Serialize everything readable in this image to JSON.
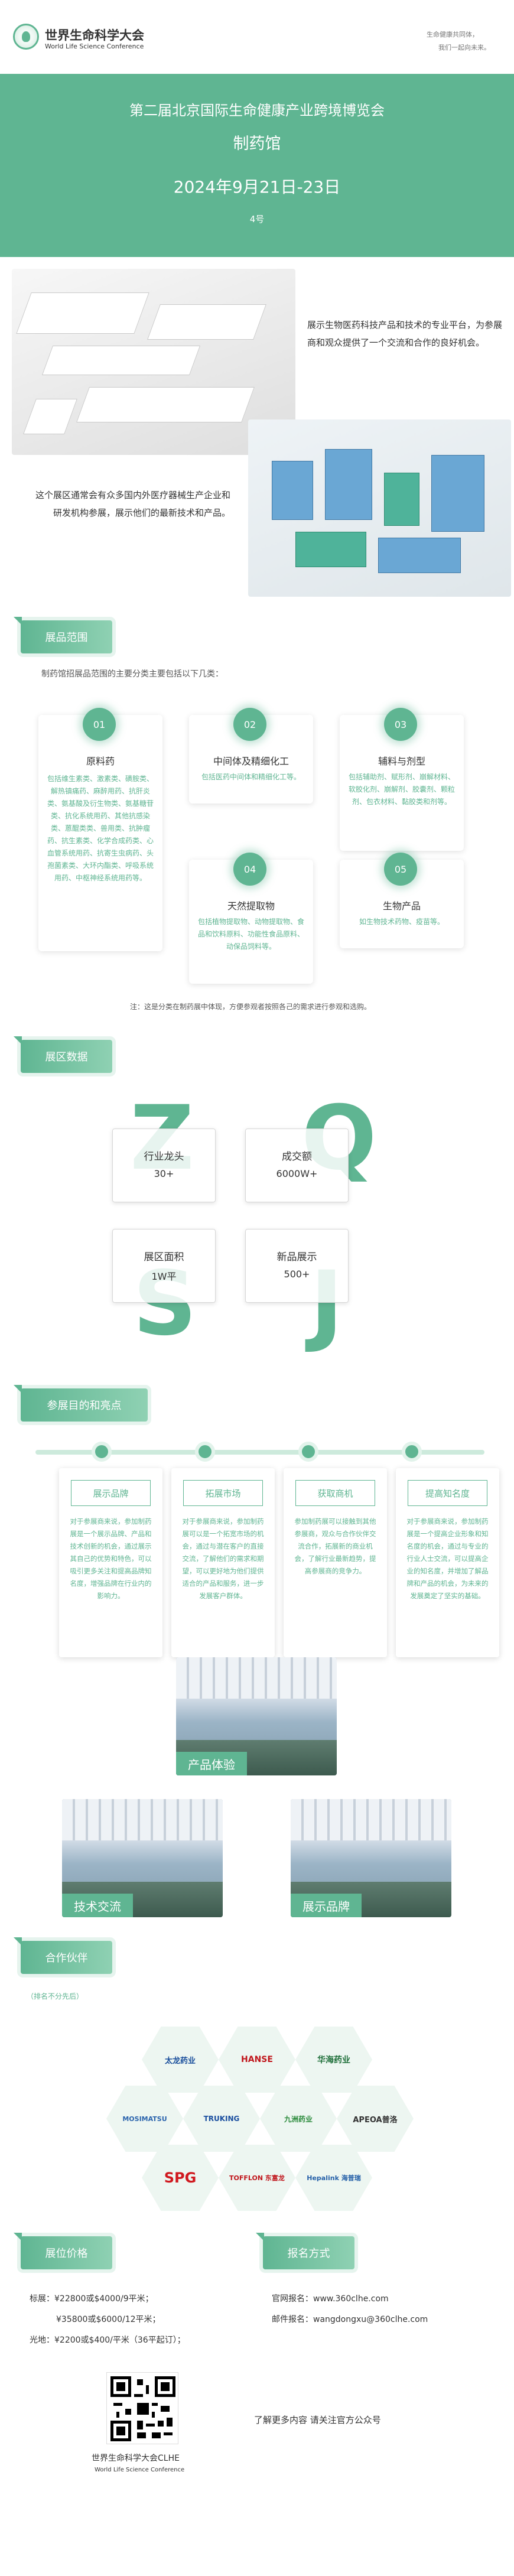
{
  "header": {
    "logo_cn": "世界生命科学大会",
    "logo_en": "World Life Science Conference",
    "slogan_line1": "生命健康共同体，",
    "slogan_line2": "我们一起向未来。"
  },
  "hero": {
    "event_title": "第二届北京国际生命健康产业跨境博览会",
    "hall_name": "制药馆",
    "date": "2024年9月21日-23日",
    "venue": "4号"
  },
  "intro": {
    "text1": "展示生物医药科技产品和技术的专业平台，为参展商和观众提供了一个交流和合作的良好机会。",
    "text2": "这个展区通常会有众多国内外医疗器械生产企业和研发机构参展，展示他们的最新技术和产品。"
  },
  "range": {
    "tag": "展品范围",
    "lead": "制药馆招展品范围的主要分类主要包括以下几类：",
    "items": [
      {
        "num": "01",
        "title": "原料药",
        "desc": "包括维生素类、激素类、磺胺类、解热镇痛药、麻醉用药、抗肝炎类、氨基酸及衍生物类、氨基糖苷类、抗化系统用药、其他抗感染类、蒽醌类类、兽用类、抗肿瘤药、抗生素类、化学合成药类、心血管系统用药、抗寄生虫病药、头孢菌素类、大环内酯类、呼吸系统用药、中枢神经系统用药等。"
      },
      {
        "num": "02",
        "title": "中间体及精细化工",
        "desc": "包括医药中间体和精细化工等。"
      },
      {
        "num": "03",
        "title": "辅料与剂型",
        "desc": "包括辅助剂、赋形剂、崩解材料、软胶化剂、崩解剂、胶囊剂、颗粒剂、包衣材料、黏胶类和剂等。"
      },
      {
        "num": "04",
        "title": "天然提取物",
        "desc": "包括植物提取物、动物提取物、食品和饮料原料、功能性食品原料、动保品饲料等。"
      },
      {
        "num": "05",
        "title": "生物产品",
        "desc": "如生物技术药物、疫苗等。"
      }
    ],
    "note": "注：这是分类在制药展中体现，方便参观者按照各己的需求进行参观和选购。"
  },
  "data_section": {
    "tag": "展区数据",
    "letters": [
      "Z",
      "Q",
      "S",
      "J"
    ],
    "stats": [
      {
        "label": "行业龙头",
        "value": "30+"
      },
      {
        "label": "成交额",
        "value": "6000W+"
      },
      {
        "label": "展区面积",
        "value": "1W平"
      },
      {
        "label": "新品展示",
        "value": "500+"
      }
    ]
  },
  "purpose": {
    "tag": "参展目的和亮点",
    "items": [
      {
        "title": "展示品牌",
        "desc": "对于参展商来说，参加制药展是一个展示品牌、产品和技术创新的机会，通过展示其自己的优势和特色，可以吸引更多关注和提高品牌知名度，增强品牌在行业内的影响力。"
      },
      {
        "title": "拓展市场",
        "desc": "对于参展商来说，参加制药展可以是一个拓宽市场的机会，通过与潜在客户的直接交流，了解他们的需求和期望，可以更好地为他们提供适合的产品和服务，进一步发展客户群体。"
      },
      {
        "title": "获取商机",
        "desc": "参加制药展可以接触到其他参展商，观众与合作伙伴交流合作，拓展新的商业机会，了解行业最新趋势，提高参展商的竞争力。"
      },
      {
        "title": "提高知名度",
        "desc": "对于参展商来说，参加制药展是一个提高企业形象和知名度的机会，通过与专业的行业人士交流，可以提高企业的知名度，并增加了解品牌和产品的机会，为未来的发展奠定了坚实的基础。"
      }
    ]
  },
  "photos": {
    "p1": "产品体验",
    "p2": "技术交流",
    "p3": "展示品牌"
  },
  "partners": {
    "tag": "合作伙伴",
    "sub": "（排名不分先后）",
    "logos": [
      "太龙药业",
      "HANSE",
      "华海药业",
      "MOSIMATSU",
      "TRUKING",
      "九洲药业",
      "APEOA普洛",
      "SPG",
      "TOFFLON 东富龙",
      "Hepalink 海普瑞"
    ]
  },
  "price": {
    "tag": "展位价格",
    "lines": [
      "标展：¥22800或$4000/9平米；",
      "¥35800或$6000/12平米；",
      "光地：¥2200或$400/平米（36平起订）；"
    ]
  },
  "contact": {
    "tag": "报名方式",
    "site_label": "官网报名：",
    "site": "www.360clhe.com",
    "mail_label": "邮件报名：",
    "mail": "wangdongxu@360clhe.com",
    "follow": "了解更多内容 请关注官方公众号"
  },
  "footer": {
    "cn": "世界生命科学大会CLHE",
    "en": "World Life Science Conference"
  },
  "colors": {
    "accent": "#5fb592"
  }
}
